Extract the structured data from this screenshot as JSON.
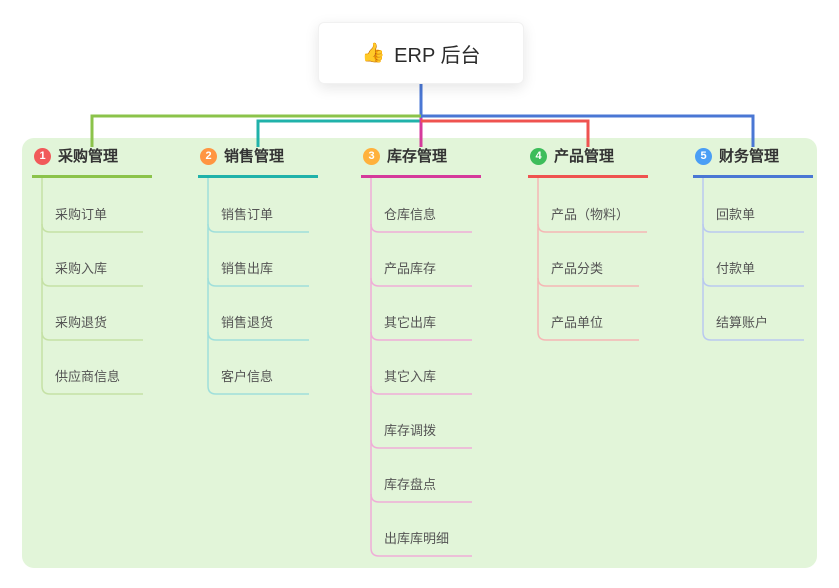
{
  "root": {
    "icon": "👍",
    "label": "ERP 后台"
  },
  "colors": {
    "panel": "#e2f5d9",
    "root_connector": "#4a77d4"
  },
  "branches": [
    {
      "num": "1",
      "label": "采购管理",
      "color": "#8bc34a",
      "light_color": "#c5e1a5",
      "badge_color": "#f15a5a",
      "children": [
        "采购订单",
        "采购入库",
        "采购退货",
        "供应商信息"
      ]
    },
    {
      "num": "2",
      "label": "销售管理",
      "color": "#20b2aa",
      "light_color": "#9fdfdb",
      "badge_color": "#ff9542",
      "children": [
        "销售订单",
        "销售出库",
        "销售退货",
        "客户信息"
      ]
    },
    {
      "num": "3",
      "label": "库存管理",
      "color": "#d53a9b",
      "light_color": "#efadd7",
      "badge_color": "#ffb13d",
      "children": [
        "仓库信息",
        "产品库存",
        "其它出库",
        "其它入库",
        "库存调拨",
        "库存盘点",
        "出库库明细"
      ]
    },
    {
      "num": "4",
      "label": "产品管理",
      "color": "#ef5350",
      "light_color": "#f5b7b5",
      "badge_color": "#3dbd5b",
      "children": [
        "产品（物料）",
        "产品分类",
        "产品单位"
      ]
    },
    {
      "num": "5",
      "label": "财务管理",
      "color": "#4a77d4",
      "light_color": "#b9c9ef",
      "badge_color": "#4a9ef5",
      "children": [
        "回款单",
        "付款单",
        "结算账户"
      ]
    }
  ]
}
